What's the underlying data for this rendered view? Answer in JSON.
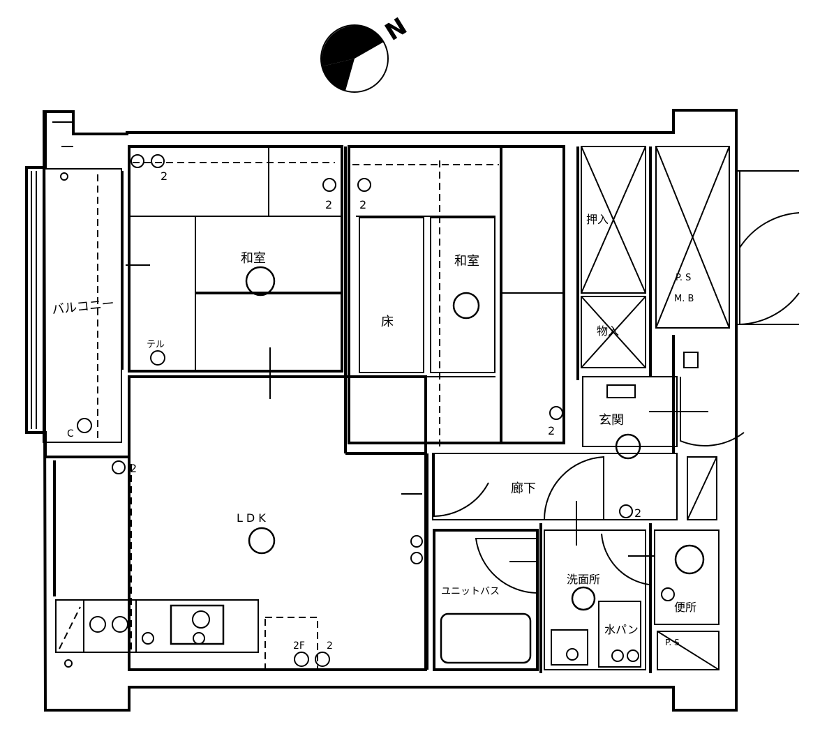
{
  "compass": {
    "label": "N"
  },
  "rooms": {
    "washitsu_left": "和室",
    "washitsu_right": "和室",
    "ldk": "LDK",
    "genkan": "玄関",
    "roka": "廊下",
    "unit_bath": "ユニットバス",
    "senmen": "洗面所",
    "toilet": "便所",
    "balcony": "バルコニー",
    "oshiire": "押入",
    "monoire": "物入",
    "psmb_1": "P. S",
    "psmb_2": "M. B",
    "ps_small": "P. S",
    "toko": "床",
    "suipan": "水パン"
  },
  "symbols": {
    "c_mark": "C",
    "tel_mark": "テル",
    "two": "2",
    "two_f": "2F"
  }
}
